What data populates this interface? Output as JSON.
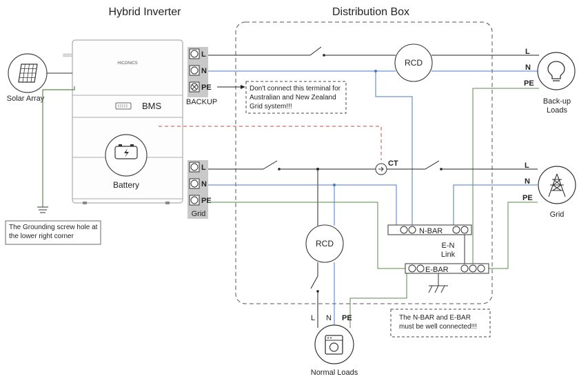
{
  "titles": {
    "inverter": "Hybrid Inverter",
    "distribution_box": "Distribution Box"
  },
  "inverter": {
    "brand": "HICONICS",
    "bms": "BMS",
    "battery": "Battery"
  },
  "labels": {
    "solar_array": "Solar Array",
    "backup": "BACKUP",
    "grid_port": "Grid",
    "backup_loads_line1": "Back-up",
    "backup_loads_line2": "Loads",
    "grid": "Grid",
    "normal_loads": "Normal Loads",
    "rcd_top": "RCD",
    "rcd_bottom": "RCD",
    "ct": "CT",
    "n_bar": "N-BAR",
    "e_bar": "E-BAR",
    "en_link_line1": "E-N",
    "en_link_line2": "Link"
  },
  "terminals": {
    "l": "L",
    "n": "N",
    "pe": "PE"
  },
  "notes": {
    "pe_warning": "Don't connect this terminal for Australian and New Zealand Grid system!!!",
    "grounding": "The Grounding screw hole at the lower right corner",
    "bar_connection": "The N-BAR and E-BAR must be well connected!!!"
  },
  "colors": {
    "neutral_wire": "#4a78c0",
    "earth_wire": "#5a8a4a",
    "ct_signal": "#c0503a",
    "terminal_bg": "#c9c9c9"
  }
}
